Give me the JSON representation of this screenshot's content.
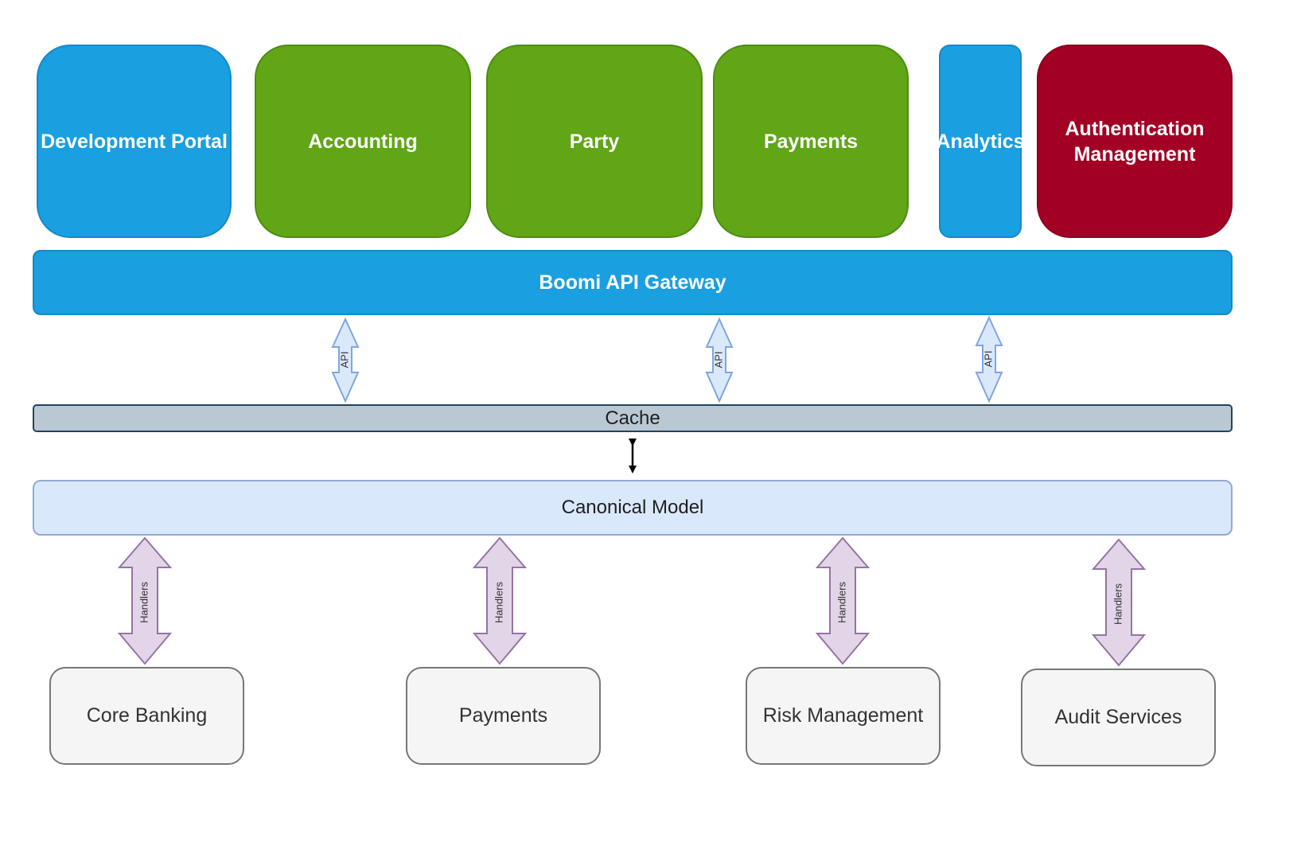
{
  "top_blocks": [
    {
      "label": "Development Portal"
    },
    {
      "label": "Accounting"
    },
    {
      "label": "Party"
    },
    {
      "label": "Payments"
    },
    {
      "label": "Analytics"
    },
    {
      "label": "Authentication Management"
    }
  ],
  "gateway": {
    "label": "Boomi API Gateway"
  },
  "cache": {
    "label": "Cache"
  },
  "canonical": {
    "label": "Canonical Model"
  },
  "api_arrows": [
    {
      "label": "API"
    },
    {
      "label": "API"
    },
    {
      "label": "API"
    }
  ],
  "handler_arrows": [
    {
      "label": "Handlers"
    },
    {
      "label": "Handlers"
    },
    {
      "label": "Handlers"
    },
    {
      "label": "Handlers"
    }
  ],
  "bottom_blocks": [
    {
      "label": "Core Banking"
    },
    {
      "label": "Payments"
    },
    {
      "label": "Risk Management"
    },
    {
      "label": "Audit Services"
    }
  ],
  "colors": {
    "service_blue": "#1a9fe0",
    "service_green": "#60a617",
    "auth_red": "#a20024",
    "cache_gray": "#bac8d3",
    "canonical_blue": "#dae8fc",
    "api_arrow_fill": "#dae8fc",
    "handler_arrow_fill": "#e1d5e7"
  }
}
